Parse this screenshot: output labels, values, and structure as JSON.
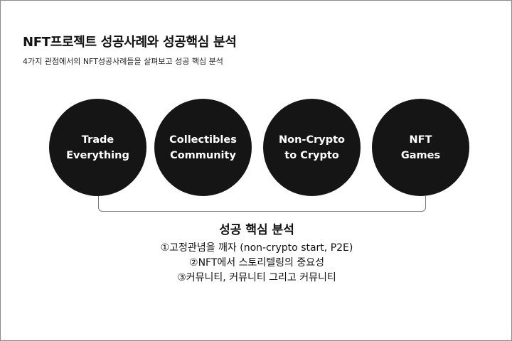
{
  "header": {
    "title": "NFT프로젝트 성공사례와 성공핵심 분석",
    "subtitle": "4가지 관점에서의 NFT성공사례들을 살펴보고 성공 핵심 분석"
  },
  "circles": [
    {
      "line1": "Trade",
      "line2": "Everything"
    },
    {
      "line1": "Collectibles",
      "line2": "Community"
    },
    {
      "line1": "Non-Crypto",
      "line2": "to Crypto"
    },
    {
      "line1": "NFT",
      "line2": "Games"
    }
  ],
  "analysis": {
    "heading": "성공 핵심 분석",
    "points": [
      "①고정관념을 깨자 (non-crypto start, P2E)",
      "②NFT에서 스토리텔링의 중요성",
      "③커뮤니티, 커뮤니티 그리고 커뮤니티"
    ]
  },
  "colors": {
    "circle_fill": "#151515",
    "circle_text": "#ffffff",
    "bracket": "#7a7a7a"
  }
}
